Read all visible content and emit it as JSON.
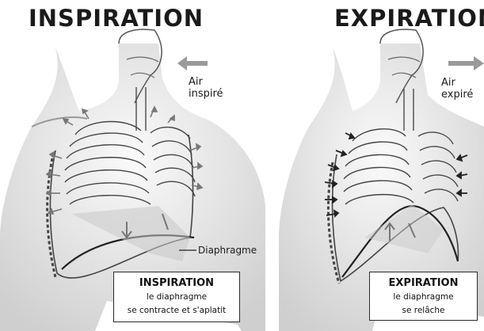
{
  "titles": {
    "left": "INSPIRATION",
    "right": "EXPIRATION"
  },
  "air": {
    "left_line1": "Air",
    "left_line2": "inspiré",
    "right_line1": "Air",
    "right_line2": "expiré"
  },
  "diaphragm_label": "Diaphragme",
  "boxes": {
    "left": {
      "title": "INSPIRATION",
      "line1": "le diaphragme",
      "line2": "se contracte et s'aplatit"
    },
    "right": {
      "title": "EXPIRATION",
      "line1": "le diaphragme",
      "line2": "se relâche"
    }
  },
  "colors": {
    "line": "#3a3a3a",
    "shade": "#d9d9d9",
    "arrow_grey": "#8a8a8a"
  }
}
